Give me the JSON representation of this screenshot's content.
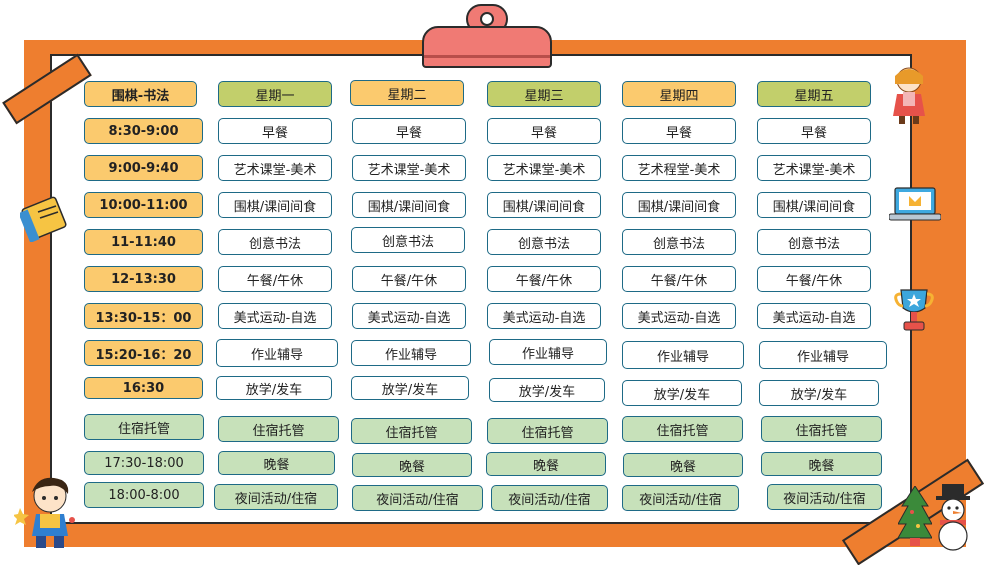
{
  "header": {
    "corner_label": "围棋-书法",
    "days": [
      "星期一",
      "星期二",
      "星期三",
      "星期四",
      "星期五"
    ]
  },
  "rows": [
    {
      "time": "8:30-9:00",
      "cells": [
        "早餐",
        "早餐",
        "早餐",
        "早餐",
        "早餐"
      ]
    },
    {
      "time": "9:00-9:40",
      "cells": [
        "艺术课堂-美术",
        "艺术课堂-美术",
        "艺术课堂-美术",
        "艺术程堂-美术",
        "艺术课堂-美术"
      ]
    },
    {
      "time": "10:00-11:00",
      "cells": [
        "围棋/课间间食",
        "围棋/课间间食",
        "围棋/课间间食",
        "围棋/课间间食",
        "围棋/课间间食"
      ]
    },
    {
      "time": "11-11:40",
      "cells": [
        "创意书法",
        "创意书法",
        "创意书法",
        "创意书法",
        "创意书法"
      ]
    },
    {
      "time": "12-13:30",
      "cells": [
        "午餐/午休",
        "午餐/午休",
        "午餐/午休",
        "午餐/午休",
        "午餐/午休"
      ]
    },
    {
      "time": "13:30-15：00",
      "cells": [
        "美式运动-自选",
        "美式运动-自选",
        "美式运动-自选",
        "美式运动-自选",
        "美式运动-自选"
      ]
    },
    {
      "time": "15:20-16：20",
      "cells": [
        "作业辅导",
        "作业辅导",
        "作业辅导",
        "作业辅导",
        "作业辅导"
      ]
    },
    {
      "time": "16:30",
      "cells": [
        "放学/发车",
        "放学/发车",
        "放学/发车",
        "放学/发车",
        "放学/发车"
      ]
    },
    {
      "time": "住宿托管",
      "cells": [
        "住宿托管",
        "住宿托管",
        "住宿托管",
        "住宿托管",
        "住宿托管"
      ]
    },
    {
      "time": "17:30-18:00",
      "cells": [
        "晚餐",
        "晚餐",
        "晚餐",
        "晚餐",
        "晚餐"
      ]
    },
    {
      "time": "18:00-8:00",
      "cells": [
        "夜间活动/住宿",
        "夜间活动/住宿",
        "夜间活动/住宿",
        "夜间活动/住宿",
        "夜间活动/住宿"
      ]
    }
  ],
  "colors": {
    "frame": "#ee7e2f",
    "orange_cell": "#fbca6e",
    "olive_cell": "#c2cf6b",
    "green_cell": "#c7e1ba",
    "cell_border": "#1e6a86",
    "clip": "#f07a74"
  },
  "decorations": [
    "clip-icon",
    "girl-icon",
    "book-icon",
    "laptop-icon",
    "trophy-icon",
    "boy-icon",
    "christmas-tree-icon",
    "snowman-icon"
  ]
}
